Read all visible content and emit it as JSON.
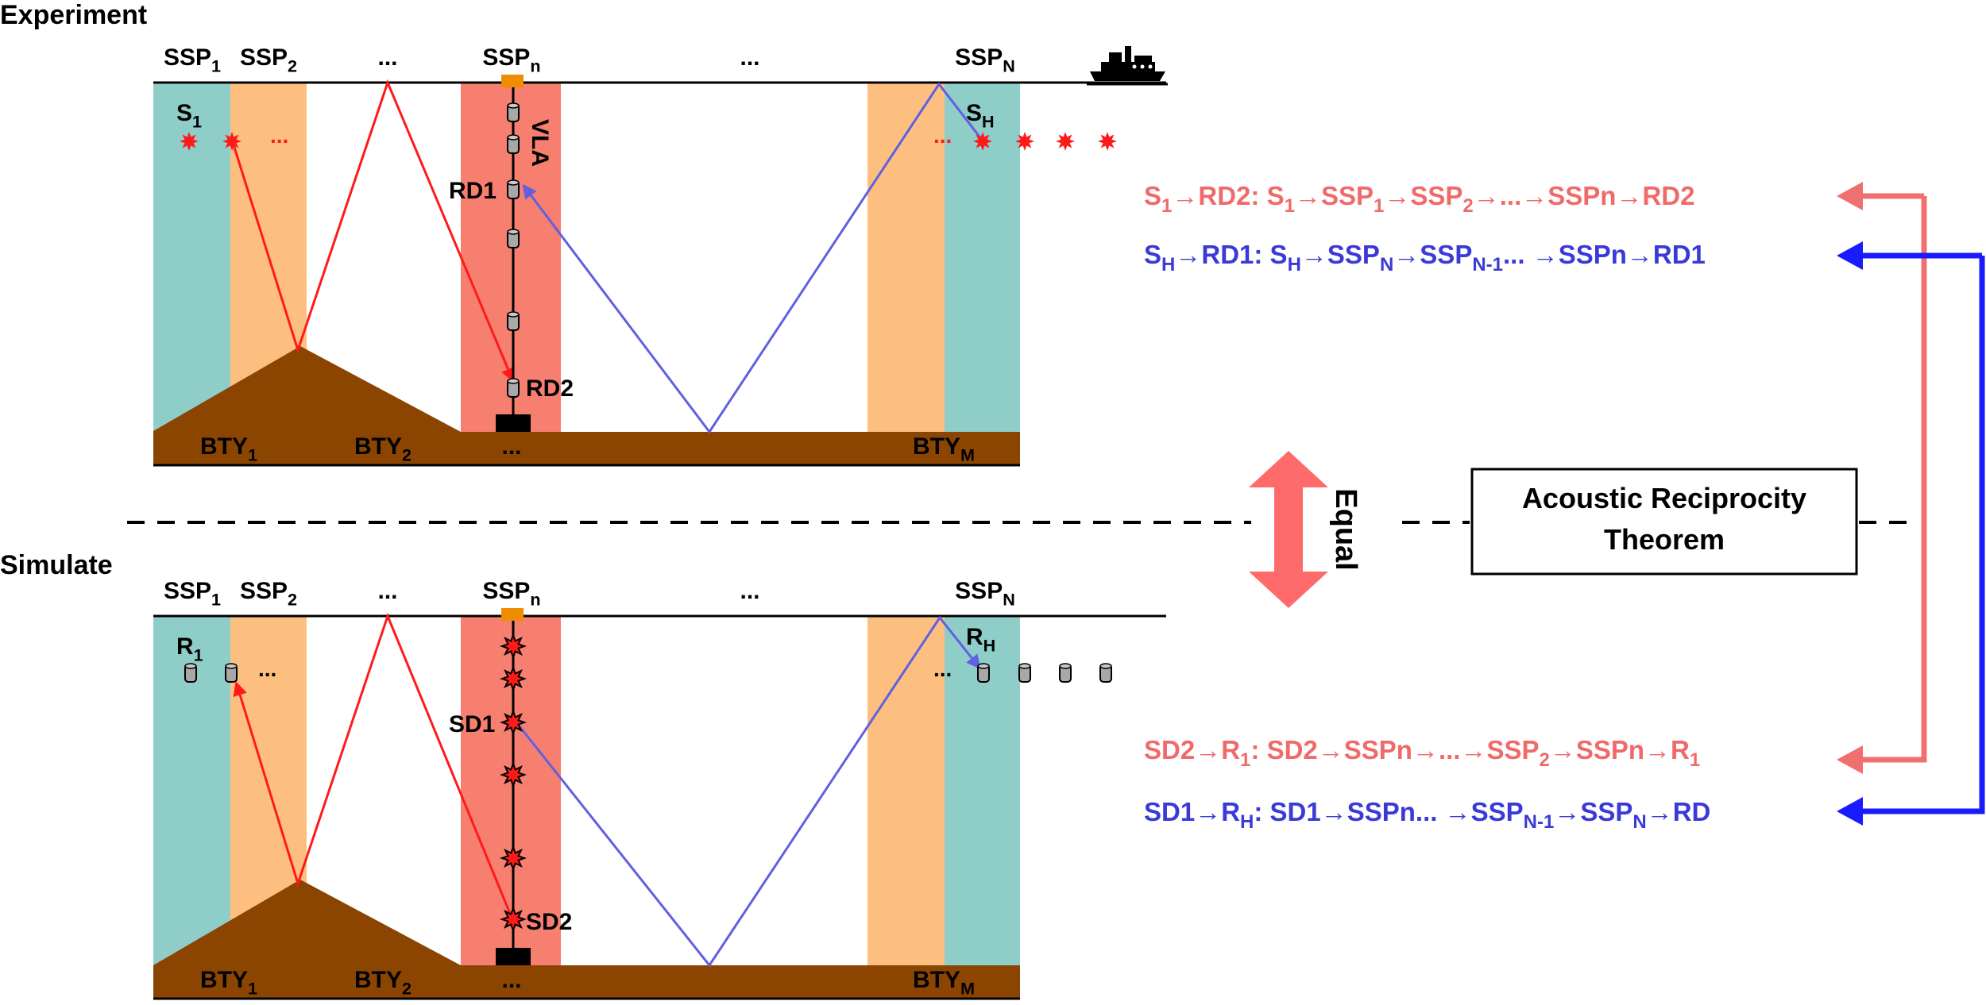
{
  "colors": {
    "teal": "#8fcdc8",
    "peach": "#fdbf7f",
    "salmon": "#f77f70",
    "brown": "#8b4500",
    "orange_block": "#f08c00",
    "red_ray": "#ff1a1a",
    "blue_ray": "#6060e0",
    "pink_text": "#f06a6a",
    "blue_text": "#3a3ad8",
    "pink_arrow": "#f07070",
    "blue_arrow": "#1a1aff",
    "equal_arrow": "#ff6b6b",
    "receiver_gray": "#a8a8a8",
    "black": "#000000"
  },
  "top_panel": {
    "label": "Experiment",
    "ssp_labels": [
      {
        "base": "SSP",
        "sub": "1"
      },
      {
        "base": "SSP",
        "sub": "2"
      },
      {
        "base": "...",
        "sub": ""
      },
      {
        "base": "SSP",
        "sub": "n"
      },
      {
        "base": "...",
        "sub": ""
      },
      {
        "base": "SSP",
        "sub": "N"
      }
    ],
    "bty_labels": [
      {
        "base": "BTY",
        "sub": "1"
      },
      {
        "base": "BTY",
        "sub": "2"
      },
      {
        "base": "...",
        "sub": ""
      },
      {
        "base": "BTY",
        "sub": "M"
      }
    ],
    "source_left": {
      "base": "S",
      "sub": "1"
    },
    "source_right": {
      "base": "S",
      "sub": "H"
    },
    "dots": "...",
    "vla_label": "VLA",
    "rd1": "RD1",
    "rd2": "RD2",
    "ship_icon": "ship-icon"
  },
  "bottom_panel": {
    "label": "Simulate",
    "ssp_labels": [
      {
        "base": "SSP",
        "sub": "1"
      },
      {
        "base": "SSP",
        "sub": "2"
      },
      {
        "base": "...",
        "sub": ""
      },
      {
        "base": "SSP",
        "sub": "n"
      },
      {
        "base": "...",
        "sub": ""
      },
      {
        "base": "SSP",
        "sub": "N"
      }
    ],
    "bty_labels": [
      {
        "base": "BTY",
        "sub": "1"
      },
      {
        "base": "BTY",
        "sub": "2"
      },
      {
        "base": "...",
        "sub": ""
      },
      {
        "base": "BTY",
        "sub": "M"
      }
    ],
    "receiver_left": {
      "base": "R",
      "sub": "1"
    },
    "receiver_right": {
      "base": "R",
      "sub": "H"
    },
    "dots": "...",
    "sd1": "SD1",
    "sd2": "SD2"
  },
  "middle": {
    "equal_label": "Equal",
    "theorem_line1": "Acoustic Reciprocity",
    "theorem_line2": "Theorem"
  },
  "paths": {
    "exp_red_lhs_base": "S",
    "exp_red_lhs_sub": "1",
    "exp_red_lhs_rest": "→RD2:",
    "exp_red_rhs": [
      {
        "t": "S",
        "s": "1"
      },
      {
        "t": "→SSP",
        "s": "1"
      },
      {
        "t": "→SSP",
        "s": "2"
      },
      {
        "t": "→...→SSPn→RD2",
        "s": ""
      }
    ],
    "exp_blue_lhs_base": "S",
    "exp_blue_lhs_sub": "H",
    "exp_blue_lhs_rest": "→RD1:",
    "exp_blue_rhs": [
      {
        "t": "S",
        "s": "H"
      },
      {
        "t": "→SSP",
        "s": "N"
      },
      {
        "t": "→SSP",
        "s": "N-1"
      },
      {
        "t": "... →SSPn→RD1",
        "s": ""
      }
    ],
    "sim_red_lhs_base": "SD2→R",
    "sim_red_lhs_sub": "1",
    "sim_red_lhs_rest": ":",
    "sim_red_rhs": [
      {
        "t": "SD2→SSPn→...→SSP",
        "s": "2"
      },
      {
        "t": "→SSPn→R",
        "s": "1"
      }
    ],
    "sim_blue_lhs_base": "SD1→R",
    "sim_blue_lhs_sub": "H",
    "sim_blue_lhs_rest": ":",
    "sim_blue_rhs": [
      {
        "t": "SD1→SSPn... →SSP",
        "s": "N-1"
      },
      {
        "t": "→SSP",
        "s": "N"
      },
      {
        "t": "→RD",
        "s": ""
      }
    ]
  }
}
